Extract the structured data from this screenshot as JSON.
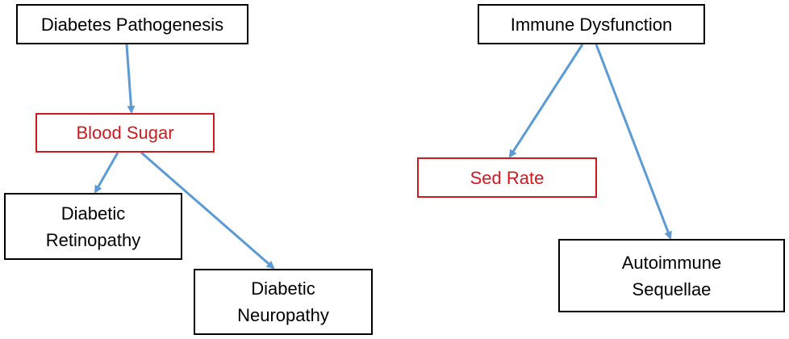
{
  "diagram": {
    "arrow_color": "#5b9bd5",
    "nodes": {
      "diabetes_pathogenesis": {
        "label": "Diabetes Pathogenesis",
        "color": "#000000"
      },
      "blood_sugar": {
        "label": "Blood Sugar",
        "color": "#d0191f"
      },
      "diabetic_retinopathy": {
        "label": "Diabetic\nRetinopathy",
        "color": "#000000"
      },
      "diabetic_neuropathy": {
        "label": "Diabetic\nNeuropathy",
        "color": "#000000"
      },
      "immune_dysfunction": {
        "label": "Immune Dysfunction",
        "color": "#000000"
      },
      "sed_rate": {
        "label": "Sed Rate",
        "color": "#d0191f"
      },
      "autoimmune_sequellae": {
        "label": "Autoimmune\nSequellae",
        "color": "#000000"
      }
    },
    "edges": [
      {
        "from": "diabetes_pathogenesis",
        "to": "blood_sugar"
      },
      {
        "from": "blood_sugar",
        "to": "diabetic_retinopathy"
      },
      {
        "from": "blood_sugar",
        "to": "diabetic_neuropathy"
      },
      {
        "from": "immune_dysfunction",
        "to": "sed_rate"
      },
      {
        "from": "immune_dysfunction",
        "to": "autoimmune_sequellae"
      }
    ]
  }
}
